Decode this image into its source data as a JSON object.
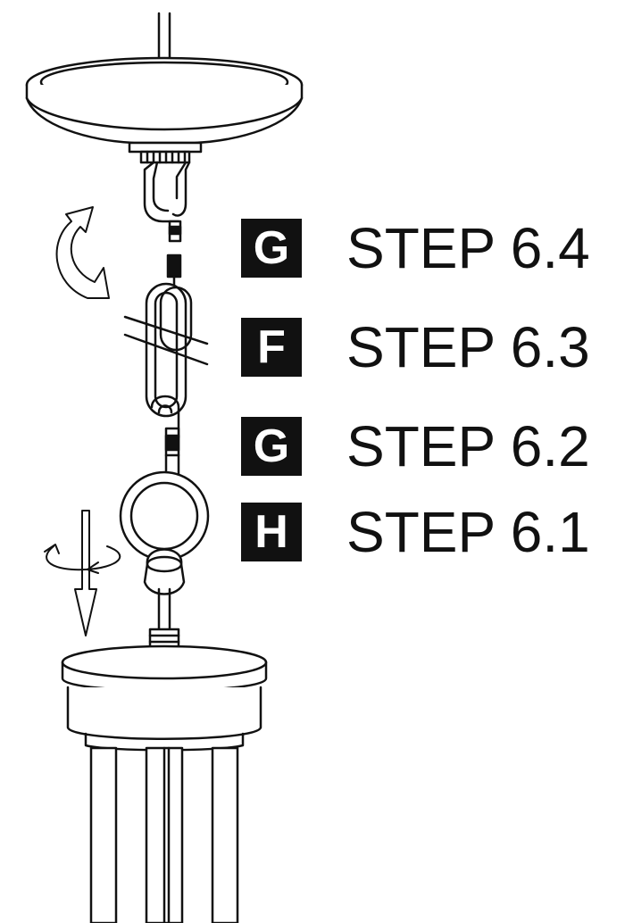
{
  "steps": [
    {
      "badge": "G",
      "label": "STEP 6.4"
    },
    {
      "badge": "F",
      "label": "STEP 6.3"
    },
    {
      "badge": "G",
      "label": "STEP 6.2"
    },
    {
      "badge": "H",
      "label": "STEP 6.1"
    }
  ],
  "colors": {
    "ink": "#111111",
    "paper": "#ffffff"
  }
}
